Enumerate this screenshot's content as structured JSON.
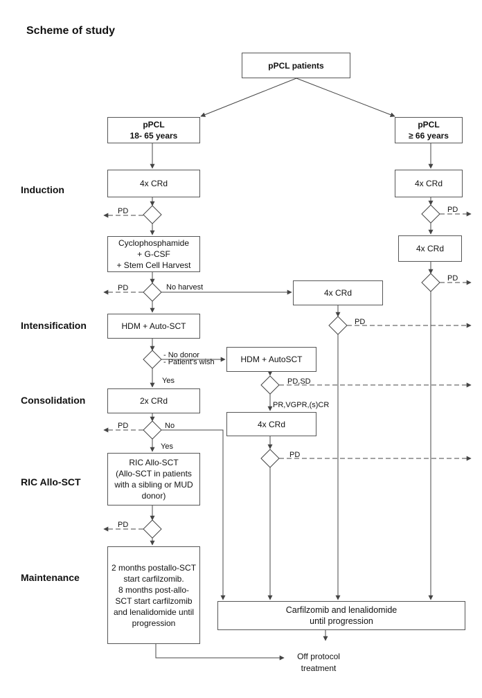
{
  "title": "Scheme of study",
  "stages": {
    "induction": "Induction",
    "intensification": "Intensification",
    "consolidation": "Consolidation",
    "ric_allo_sct": "RIC Allo-SCT",
    "maintenance": "Maintenance"
  },
  "boxes": {
    "root": "pPCL patients",
    "young_group": "pPCL\n18- 65 years",
    "old_group": "pPCL\n≥  66 years",
    "young_crd": "4x CRd",
    "cyclo": "Cyclophosphamide\n+ G-CSF\n+ Stem Cell Harvest",
    "hdm_auto": "HDM + Auto-SCT",
    "consol_crd": "2x CRd",
    "ric": "RIC Allo-SCT\n(Allo-SCT in patients with a sibling or MUD donor)",
    "maint": "2 months postallo-SCT start carfilzomib.\n8 months post-allo-SCT start carfilzomib and lenalidomide until progression",
    "noharvest_crd": "4x CRd",
    "hdm_auto2": "HDM + AutoSCT",
    "mid_crd": "4x CRd",
    "old_crd1": "4x CRd",
    "old_crd2": "4x CRd",
    "carfil": "Carfilzomib and lenalidomide\nuntil progression"
  },
  "labels": {
    "pd": "PD",
    "no_harvest": "No harvest",
    "no_donor": "- No donor\n- Patient's wish",
    "yes": "Yes",
    "no": "No",
    "pd_sd": "PD,SD",
    "response": "PR,VGPR,(s)CR"
  },
  "end_text": "Off protocol\ntreatment",
  "colors": {
    "line": "#444444",
    "box_border": "#555555"
  }
}
